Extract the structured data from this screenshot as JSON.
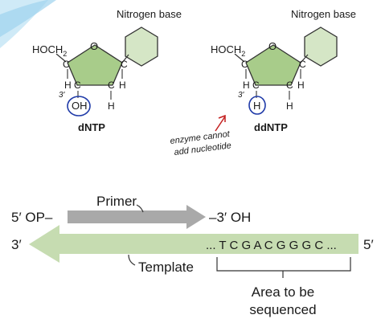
{
  "top_panel": {
    "left_molecule": {
      "nitrogen_base_label": "Nitrogen base",
      "hoch2_label": "HOCH",
      "hoch2_sub": "2",
      "ring_oxygen": "O",
      "c5": "C",
      "c1": "C",
      "c4": "C",
      "c3": "C",
      "c2": "C",
      "h_left": "H",
      "h_right": "H",
      "oh": "OH",
      "h_bottom": "H",
      "caption": "dNTP",
      "handwritten_position": "3'"
    },
    "right_molecule": {
      "nitrogen_base_label": "Nitrogen base",
      "hoch2_label": "HOCH",
      "hoch2_sub": "2",
      "ring_oxygen": "O",
      "c5": "C",
      "c1": "C",
      "c4": "C",
      "c3": "C",
      "c2": "C",
      "h_left": "H",
      "h_right": "H",
      "h3": "H",
      "h_bottom": "H",
      "caption": "ddNTP",
      "handwritten_position": "3'"
    },
    "annotation": {
      "line1": "enzyme cannot",
      "line2": "add nucleotide"
    }
  },
  "bottom_panel": {
    "primer_label": "Primer",
    "primer_5prime": "5′ OP–",
    "primer_3prime": "–3′ OH",
    "template_3prime": "3′",
    "template_5prime": "5′",
    "sequence": "... T C G A C G G G C ...",
    "template_label": "Template",
    "area_label_line1": "Area to be",
    "area_label_line2": "sequenced"
  },
  "colors": {
    "sugar_fill": "#a8cc8a",
    "base_fill": "#d5e6c6",
    "template_arrow": "#c6dcb1",
    "primer_arrow": "#a9a9a9",
    "annotation_red": "#c42020",
    "annotation_blue": "#1f3aa8",
    "accent_blue_swoosh": "#9ed3ee"
  }
}
